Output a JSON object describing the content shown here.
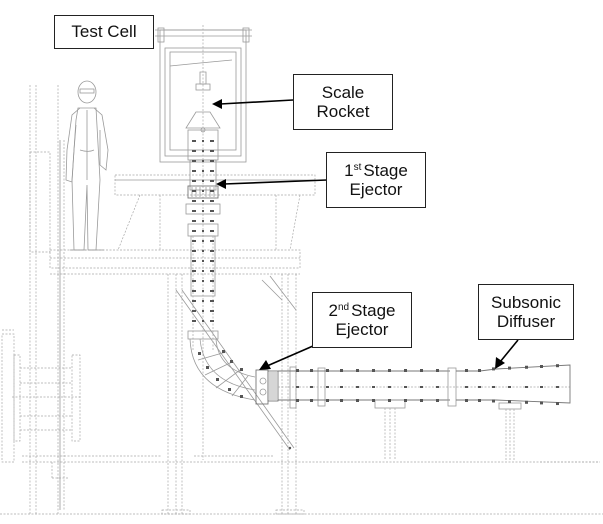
{
  "diagram": {
    "subject": "Rocket test facility schematic",
    "callouts": [
      {
        "id": "test-cell",
        "lines": [
          "Test Cell"
        ]
      },
      {
        "id": "scale-rocket",
        "lines": [
          "Scale",
          "Rocket"
        ]
      },
      {
        "id": "first-stage-ejector",
        "ordinal": "1",
        "ordinal_suffix": "st",
        "line1_rest": "Stage",
        "line2": "Ejector"
      },
      {
        "id": "second-stage-ejector",
        "ordinal": "2",
        "ordinal_suffix": "nd",
        "line1_rest": "Stage",
        "line2": "Ejector"
      },
      {
        "id": "subsonic-diffuser",
        "lines": [
          "Subsonic",
          "Diffuser"
        ]
      }
    ]
  }
}
